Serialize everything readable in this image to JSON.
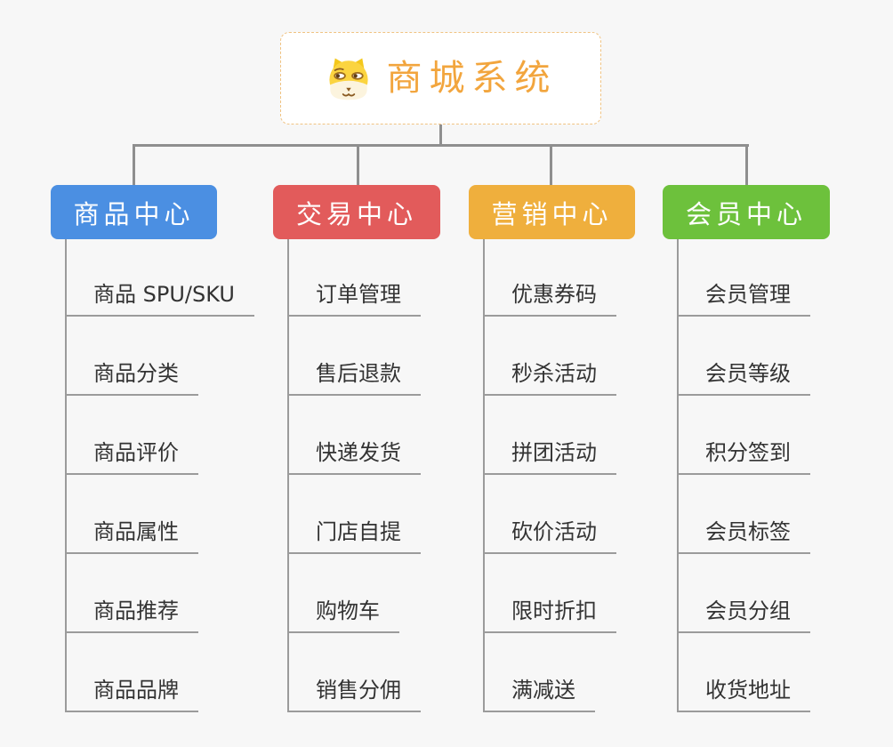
{
  "root": {
    "title": "商城系统",
    "icon": "dog-icon"
  },
  "branches": [
    {
      "label": "商品中心",
      "color": "#4b8fe2",
      "children": [
        "商品 SPU/SKU",
        "商品分类",
        "商品评价",
        "商品属性",
        "商品推荐",
        "商品品牌"
      ]
    },
    {
      "label": "交易中心",
      "color": "#e25b5b",
      "children": [
        "订单管理",
        "售后退款",
        "快递发货",
        "门店自提",
        "购物车",
        "销售分佣"
      ]
    },
    {
      "label": "营销中心",
      "color": "#efaf3d",
      "children": [
        "优惠券码",
        "秒杀活动",
        "拼团活动",
        "砍价活动",
        "限时折扣",
        "满减送"
      ]
    },
    {
      "label": "会员中心",
      "color": "#6dc13c",
      "children": [
        "会员管理",
        "会员等级",
        "积分签到",
        "会员标签",
        "会员分组",
        "收货地址"
      ]
    }
  ],
  "colors": {
    "background": "#f7f7f7",
    "root_title": "#f2a53d",
    "root_border": "#f0c382",
    "connector": "#8f8f8f",
    "child_line": "#9b9b9b",
    "child_text": "#333333"
  }
}
